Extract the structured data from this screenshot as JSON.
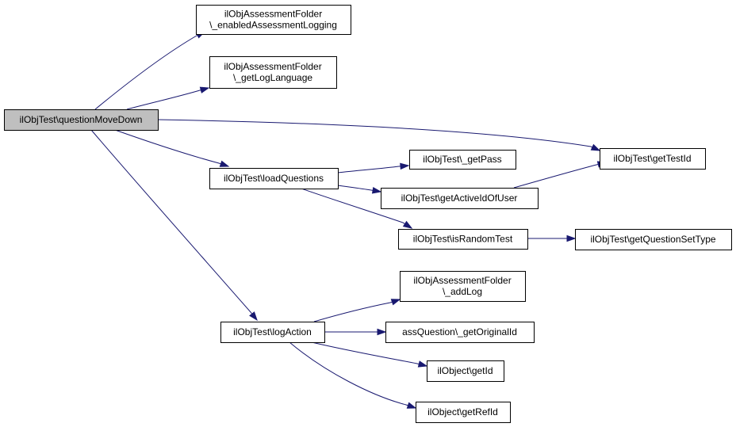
{
  "diagram": {
    "type": "call-graph",
    "edge_color": "#191970",
    "root_fill": "#bfbfbf",
    "nodes": {
      "question_move_down": {
        "lines": [
          "ilObjTest\\questionMoveDown"
        ]
      },
      "enabled_assessment_logging": {
        "lines": [
          "ilObjAssessmentFolder",
          "\\_enabledAssessmentLogging"
        ]
      },
      "get_log_language": {
        "lines": [
          "ilObjAssessmentFolder",
          "\\_getLogLanguage"
        ]
      },
      "get_test_id": {
        "lines": [
          "ilObjTest\\getTestId"
        ]
      },
      "load_questions": {
        "lines": [
          "ilObjTest\\loadQuestions"
        ]
      },
      "get_pass": {
        "lines": [
          "ilObjTest\\_getPass"
        ]
      },
      "get_active_id_of_user": {
        "lines": [
          "ilObjTest\\getActiveIdOfUser"
        ]
      },
      "is_random_test": {
        "lines": [
          "ilObjTest\\isRandomTest"
        ]
      },
      "get_question_set_type": {
        "lines": [
          "ilObjTest\\getQuestionSetType"
        ]
      },
      "add_log": {
        "lines": [
          "ilObjAssessmentFolder",
          "\\_addLog"
        ]
      },
      "log_action": {
        "lines": [
          "ilObjTest\\logAction"
        ]
      },
      "get_original_id": {
        "lines": [
          "assQuestion\\_getOriginalId"
        ]
      },
      "get_id": {
        "lines": [
          "ilObject\\getId"
        ]
      },
      "get_ref_id": {
        "lines": [
          "ilObject\\getRefId"
        ]
      }
    },
    "edges": [
      [
        "question_move_down",
        "enabled_assessment_logging"
      ],
      [
        "question_move_down",
        "get_log_language"
      ],
      [
        "question_move_down",
        "get_test_id"
      ],
      [
        "question_move_down",
        "load_questions"
      ],
      [
        "question_move_down",
        "log_action"
      ],
      [
        "load_questions",
        "get_pass"
      ],
      [
        "load_questions",
        "get_active_id_of_user"
      ],
      [
        "load_questions",
        "is_random_test"
      ],
      [
        "get_active_id_of_user",
        "get_test_id"
      ],
      [
        "is_random_test",
        "get_question_set_type"
      ],
      [
        "log_action",
        "add_log"
      ],
      [
        "log_action",
        "get_original_id"
      ],
      [
        "log_action",
        "get_id"
      ],
      [
        "log_action",
        "get_ref_id"
      ]
    ]
  }
}
